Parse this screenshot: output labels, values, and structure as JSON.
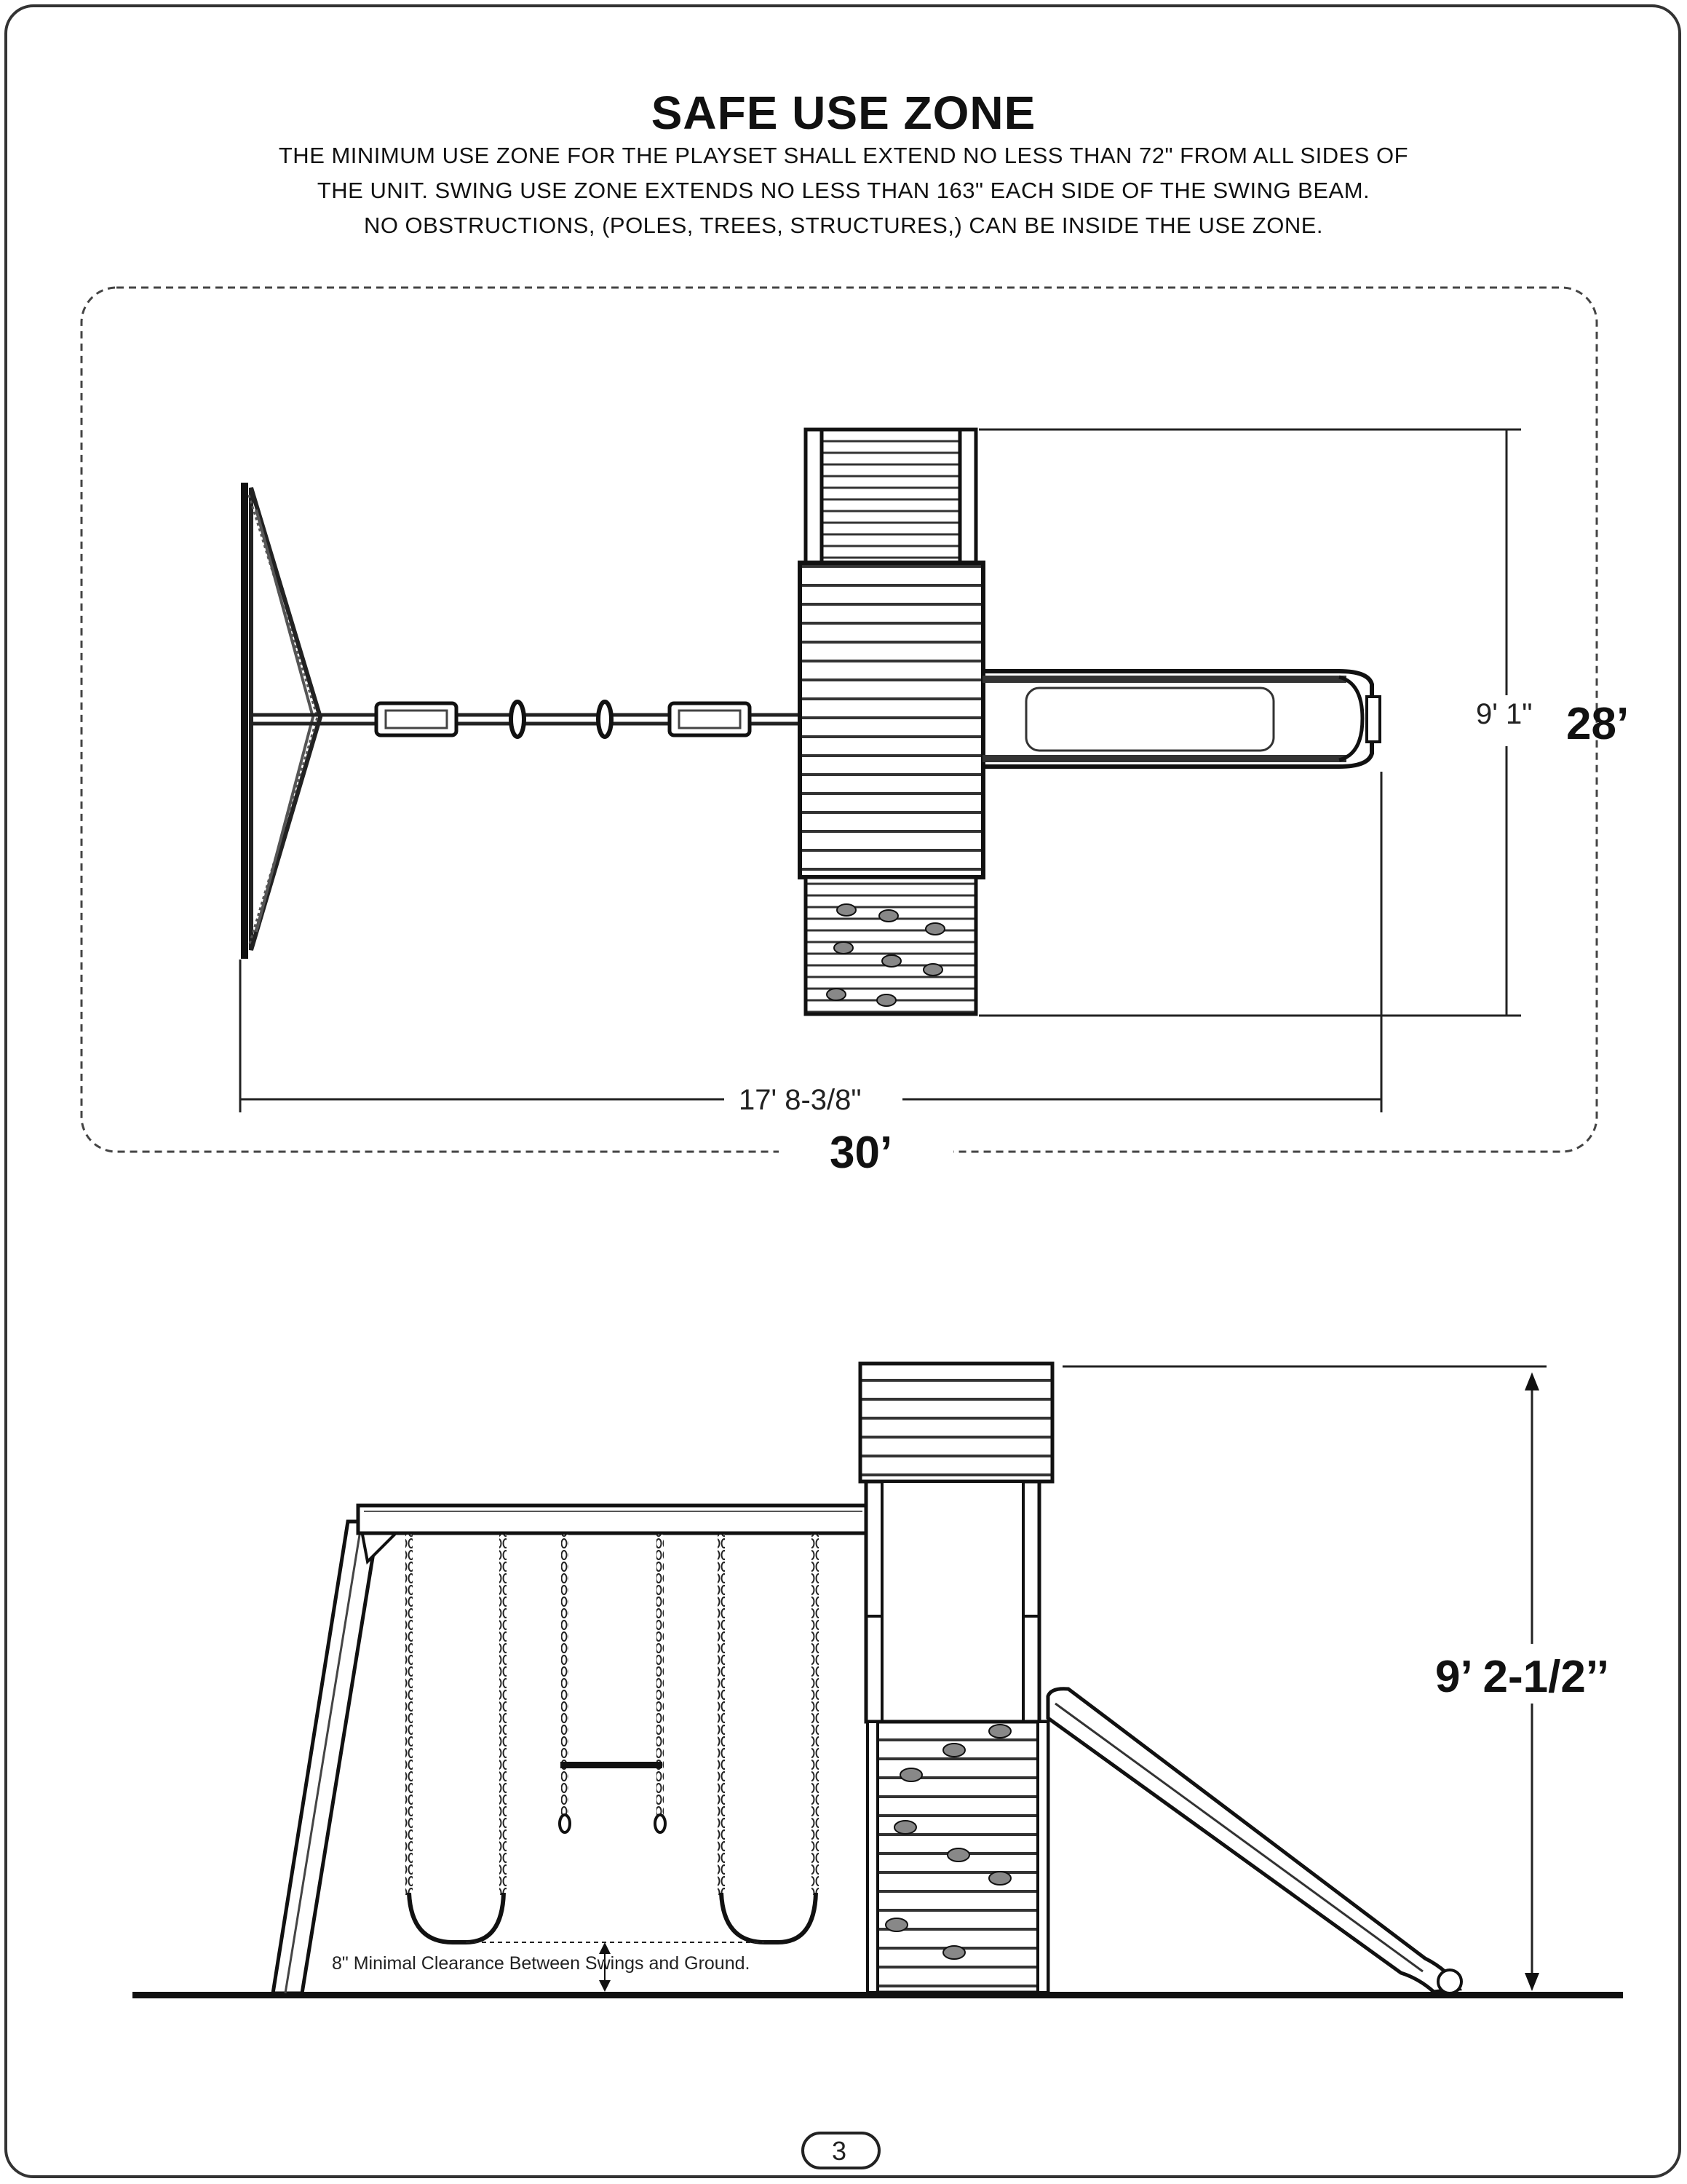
{
  "title": "SAFE USE ZONE",
  "rules": [
    "THE MINIMUM USE ZONE FOR THE PLAYSET SHALL EXTEND NO LESS THAN 72\" FROM ALL SIDES OF",
    "THE UNIT. SWING USE ZONE EXTENDS NO LESS THAN 163\" EACH SIDE OF THE SWING BEAM.",
    "NO OBSTRUCTIONS, (POLES, TREES, STRUCTURES,) CAN BE INSIDE THE USE ZONE."
  ],
  "top_view": {
    "playset_depth": "9' 1\"",
    "zone_depth": "28’",
    "playset_length": "17' 8-3/8\"",
    "zone_length": "30’"
  },
  "side_view": {
    "height": "9’ 2-1/2’’",
    "clearance_note": "8\" Minimal Clearance Between Swings and Ground."
  },
  "page_number": "3"
}
